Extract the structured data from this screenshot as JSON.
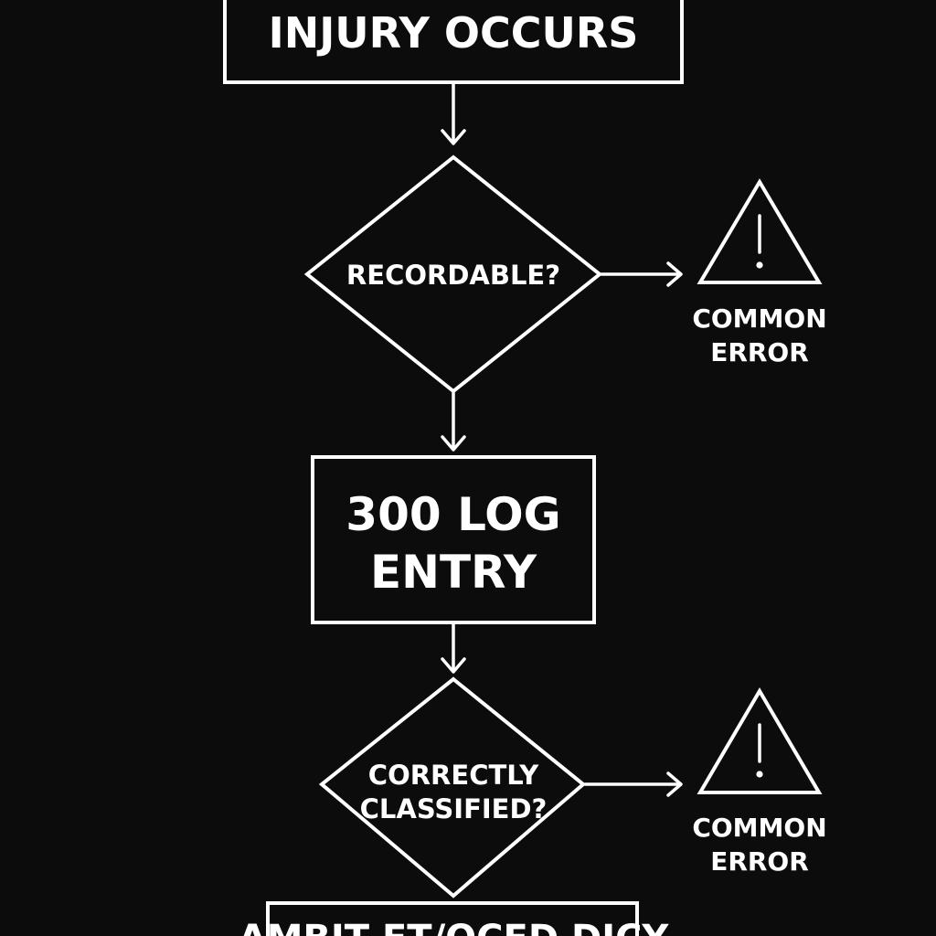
{
  "flowchart": {
    "nodes": {
      "start": {
        "label": "INJURY OCCURS"
      },
      "recordable": {
        "label": "RECORDABLE?"
      },
      "log_entry": {
        "line1": "300 LOG",
        "line2": "ENTRY"
      },
      "classified": {
        "line1": "CORRECTLY",
        "line2": "CLASSIFIED?"
      },
      "bottom": {
        "label": "AMBIT ET/OCED DICY"
      }
    },
    "warnings": [
      {
        "icon": "warning-triangle-icon",
        "line1": "COMMON",
        "line2": "ERROR"
      },
      {
        "icon": "warning-triangle-icon",
        "line1": "COMMON",
        "line2": "ERROR"
      }
    ]
  },
  "colors": {
    "background": "#0c0c0c",
    "foreground": "#ffffff"
  }
}
